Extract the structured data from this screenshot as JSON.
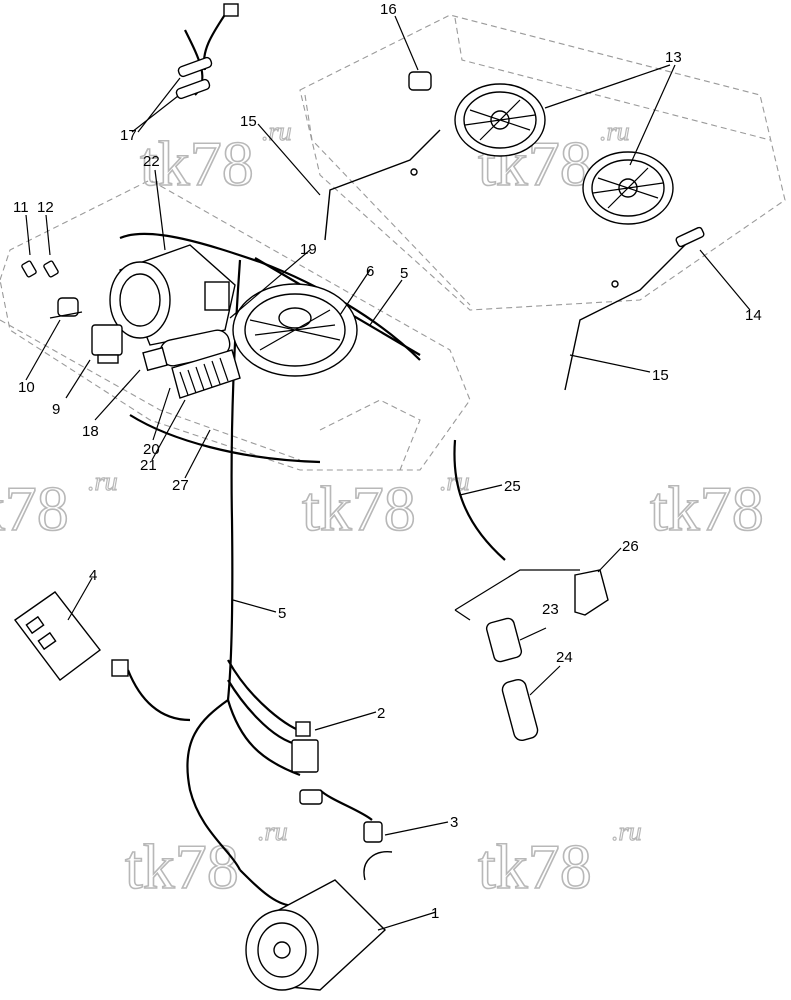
{
  "watermark": {
    "main": "tk78",
    "suffix": ".ru"
  },
  "callouts": [
    {
      "id": "c1",
      "text": "1"
    },
    {
      "id": "c2",
      "text": "2"
    },
    {
      "id": "c3",
      "text": "3"
    },
    {
      "id": "c4",
      "text": "4"
    },
    {
      "id": "c5a",
      "text": "5"
    },
    {
      "id": "c5b",
      "text": "5"
    },
    {
      "id": "c6",
      "text": "6"
    },
    {
      "id": "c9",
      "text": "9"
    },
    {
      "id": "c10",
      "text": "10"
    },
    {
      "id": "c11",
      "text": "11"
    },
    {
      "id": "c12",
      "text": "12"
    },
    {
      "id": "c13",
      "text": "13"
    },
    {
      "id": "c14",
      "text": "14"
    },
    {
      "id": "c15a",
      "text": "15"
    },
    {
      "id": "c15b",
      "text": "15"
    },
    {
      "id": "c16",
      "text": "16"
    },
    {
      "id": "c17",
      "text": "17"
    },
    {
      "id": "c18",
      "text": "18"
    },
    {
      "id": "c19",
      "text": "19"
    },
    {
      "id": "c20",
      "text": "20"
    },
    {
      "id": "c21",
      "text": "21"
    },
    {
      "id": "c22",
      "text": "22"
    },
    {
      "id": "c23",
      "text": "23"
    },
    {
      "id": "c24",
      "text": "24"
    },
    {
      "id": "c25",
      "text": "25"
    },
    {
      "id": "c26",
      "text": "26"
    },
    {
      "id": "c27",
      "text": "27"
    }
  ]
}
